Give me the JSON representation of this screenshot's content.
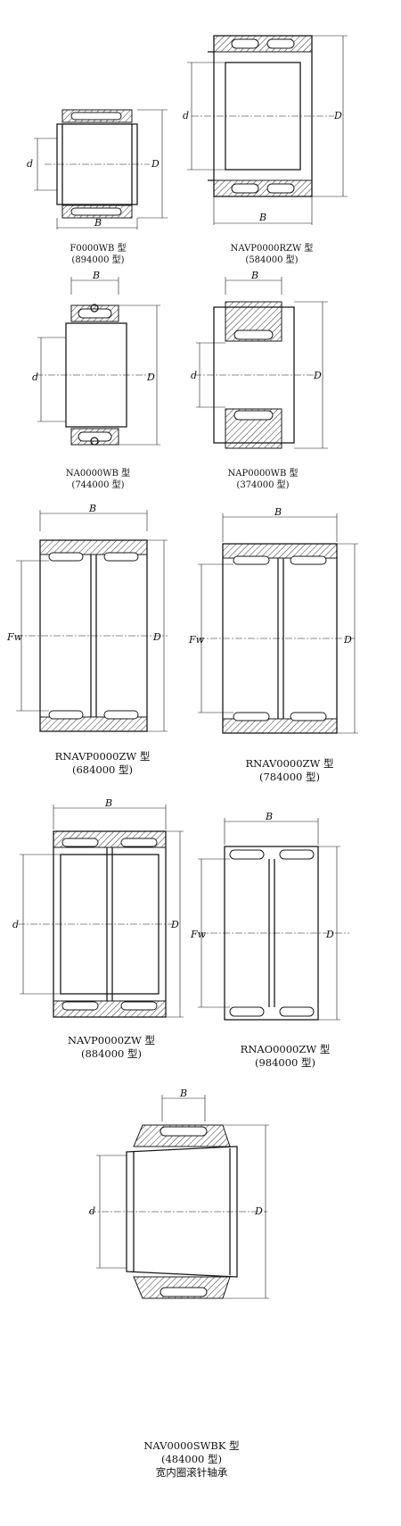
{
  "dimension_labels": {
    "bore": "d",
    "outer": "D",
    "width": "B",
    "raceway": "Fw"
  },
  "figures": [
    {
      "id": "f0000wb",
      "designation": "F0000WB 型",
      "legacy_code": "(894000 型)"
    },
    {
      "id": "navp0000rzw",
      "designation": "NAVP0000RZW 型",
      "legacy_code": "(584000 型)"
    },
    {
      "id": "na0000wb",
      "designation": "NA0000WB 型",
      "legacy_code": "(744000 型)"
    },
    {
      "id": "nap0000wb",
      "designation": "NAP0000WB 型",
      "legacy_code": "(374000 型)"
    },
    {
      "id": "rnavp0000zw",
      "designation": "RNAVP0000ZW 型",
      "legacy_code": "(684000 型)"
    },
    {
      "id": "rnav0000zw",
      "designation": "RNAV0000ZW 型",
      "legacy_code": "(784000 型)"
    },
    {
      "id": "navp0000zw",
      "designation": "NAVP0000ZW 型",
      "legacy_code": "(884000 型)"
    },
    {
      "id": "rnao0000zw",
      "designation": "RNAO0000ZW 型",
      "legacy_code": "(984000 型)"
    },
    {
      "id": "nav0000swbk",
      "designation": "NAV0000SWBK 型",
      "legacy_code": "(484000 型)",
      "note": "宽内圈滚针轴承"
    }
  ]
}
